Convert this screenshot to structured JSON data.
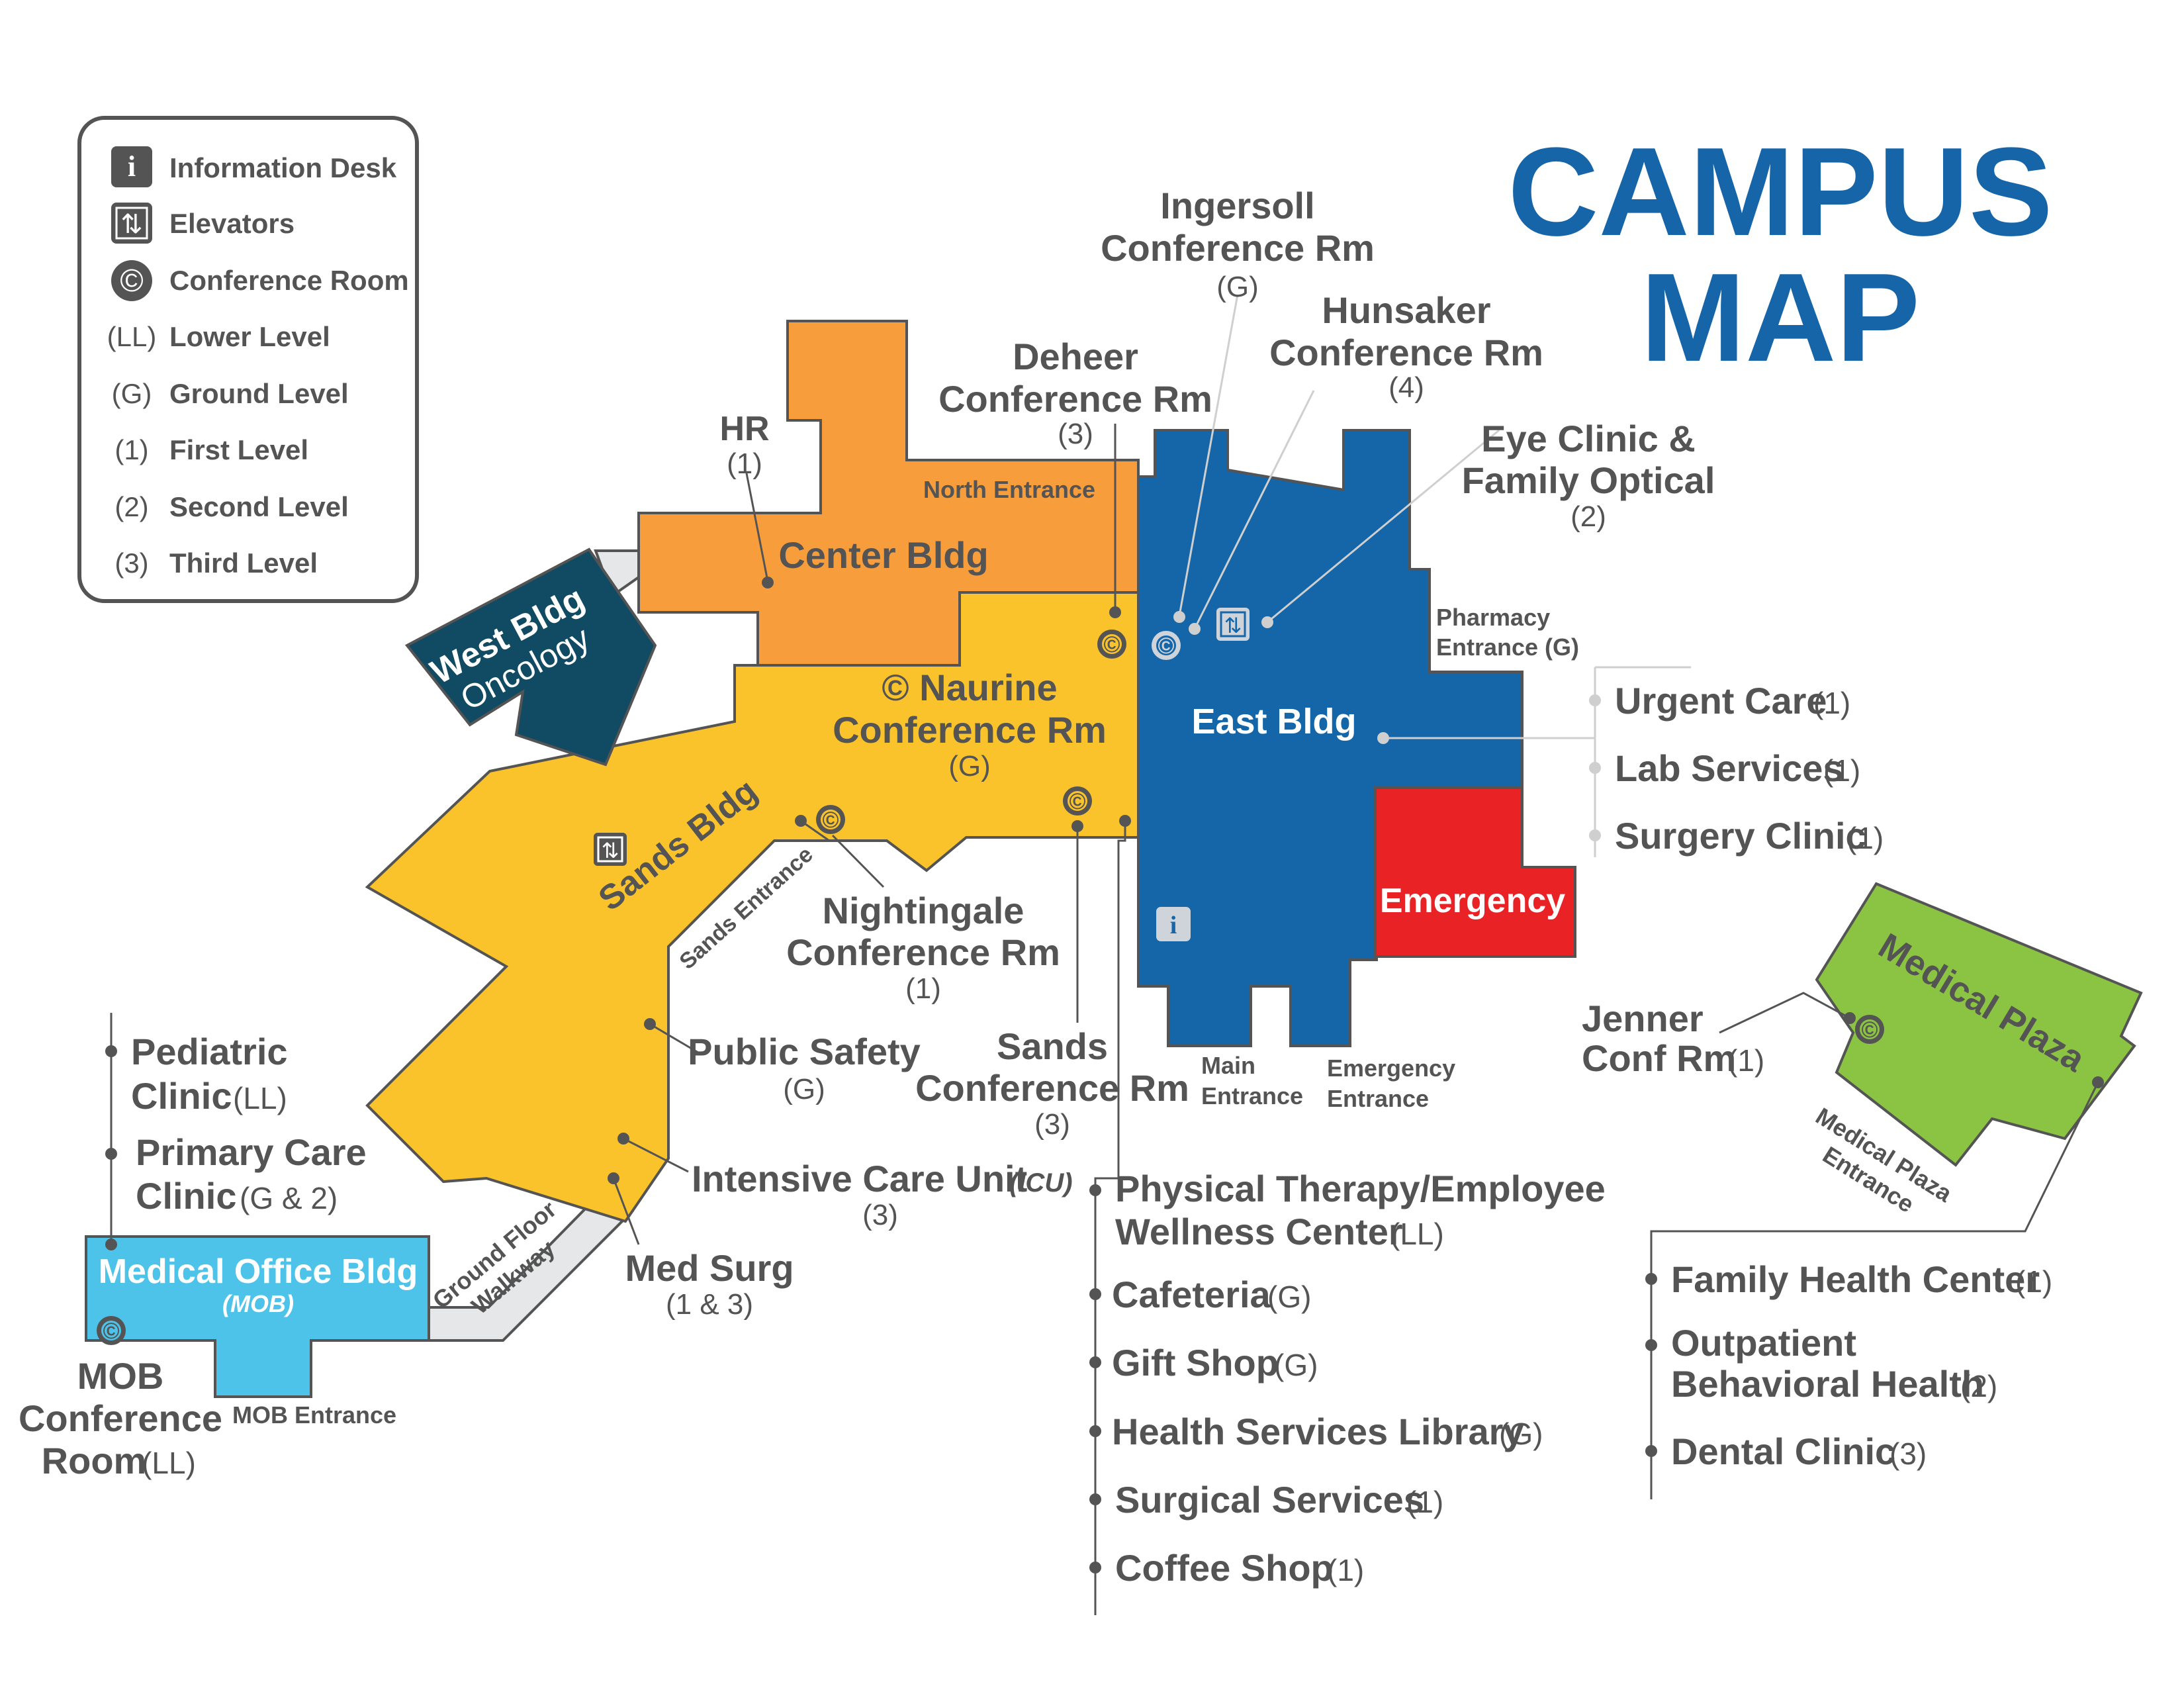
{
  "title": {
    "line1": "CAMPUS",
    "line2": "MAP"
  },
  "colors": {
    "center": "#f79d3b",
    "sands": "#fbc32b",
    "east": "#1466a8",
    "west": "#114a63",
    "mob": "#4dc3ea",
    "plaza": "#8bc343",
    "emergency": "#e82225",
    "walkway": "#e6e7e8",
    "text": "#545454",
    "title": "#1565a8"
  },
  "legend": [
    {
      "icon": "information-desk-icon",
      "key": "i",
      "label": "Information Desk"
    },
    {
      "icon": "elevator-icon",
      "key": "⇅",
      "label": "Elevators"
    },
    {
      "icon": "conference-room-icon",
      "key": "©",
      "label": "Conference Room"
    },
    {
      "key": "(LL)",
      "label": "Lower Level"
    },
    {
      "key": "(G)",
      "label": "Ground Level"
    },
    {
      "key": "(1)",
      "label": "First Level"
    },
    {
      "key": "(2)",
      "label": "Second Level"
    },
    {
      "key": "(3)",
      "label": "Third Level"
    }
  ],
  "buildings": {
    "center": "Center Bldg",
    "west_line1": "West Bldg",
    "west_line2": "Oncology",
    "sands": "Sands Bldg",
    "east": "East Bldg",
    "emergency": "Emergency",
    "mob": "Medical Office Bldg",
    "mob_abbr": "(MOB)",
    "plaza": "Medical Plaza"
  },
  "entrances": {
    "north": "North Entrance",
    "sands": "Sands Entrance",
    "main_1": "Main",
    "main_2": "Entrance",
    "emergency_1": "Emergency",
    "emergency_2": "Entrance",
    "pharmacy_1": "Pharmacy",
    "pharmacy_2": "Entrance (G)",
    "mob": "MOB Entrance",
    "walkway_1": "Ground Floor",
    "walkway_2": "Walkway",
    "plaza_1": "Medical Plaza",
    "plaza_2": "Entrance"
  },
  "labels": {
    "ingersoll_1": "Ingersoll",
    "ingersoll_2": "Conference Rm",
    "ingersoll_lvl": "(G)",
    "hunsaker_1": "Hunsaker",
    "hunsaker_2": "Conference Rm",
    "hunsaker_lvl": "(4)",
    "deheer_1": "Deheer",
    "deheer_2": "Conference Rm",
    "deheer_lvl": "(3)",
    "eye_1": "Eye Clinic &",
    "eye_2": "Family Optical",
    "eye_lvl": "(2)",
    "hr": "HR",
    "hr_lvl": "(1)",
    "naurine_1": "© Naurine",
    "naurine_2": "Conference Rm",
    "naurine_lvl": "(G)",
    "nightingale_1": "Nightingale",
    "nightingale_2": "Conference Rm",
    "nightingale_lvl": "(1)",
    "public_safety": "Public Safety",
    "public_safety_lvl": "(G)",
    "sandsconf_1": "Sands",
    "sandsconf_2": "Conference Rm",
    "sandsconf_lvl": "(3)",
    "icu": "Intensive Care Unit",
    "icu_abbr": "(ICU)",
    "icu_lvl": "(3)",
    "medsurg": "Med Surg",
    "medsurg_lvl": "(1 & 3)",
    "pediatric_1": "Pediatric",
    "pediatric_2": "Clinic",
    "pediatric_lvl": "(LL)",
    "primary_1": "Primary Care",
    "primary_2": "Clinic",
    "primary_lvl": "(G & 2)",
    "mobconf_1": "MOB",
    "mobconf_2": "Conference",
    "mobconf_3": "Room",
    "mobconf_lvl": "(LL)",
    "jenner_1": "Jenner",
    "jenner_2": "Conf Rm",
    "jenner_lvl": "(1)"
  },
  "east_services": [
    {
      "name": "Urgent Care",
      "level": "(1)"
    },
    {
      "name": "Lab Services",
      "level": "(1)"
    },
    {
      "name": "Surgery Clinic",
      "level": "(1)"
    }
  ],
  "main_services": [
    {
      "name": "Physical Therapy/Employee",
      "name2": "Wellness Center",
      "level": "(LL)"
    },
    {
      "name": "Cafeteria",
      "level": "(G)"
    },
    {
      "name": "Gift Shop",
      "level": "(G)"
    },
    {
      "name": "Health Services Library",
      "level": "(G)"
    },
    {
      "name": "Surgical Services",
      "level": "(1)"
    },
    {
      "name": "Coffee Shop",
      "level": "(1)"
    }
  ],
  "plaza_services": [
    {
      "name": "Family Health Center",
      "level": "(1)"
    },
    {
      "name": "Outpatient",
      "name2": "Behavioral Health",
      "level": "(2)"
    },
    {
      "name": "Dental Clinic",
      "level": "(3)"
    }
  ]
}
